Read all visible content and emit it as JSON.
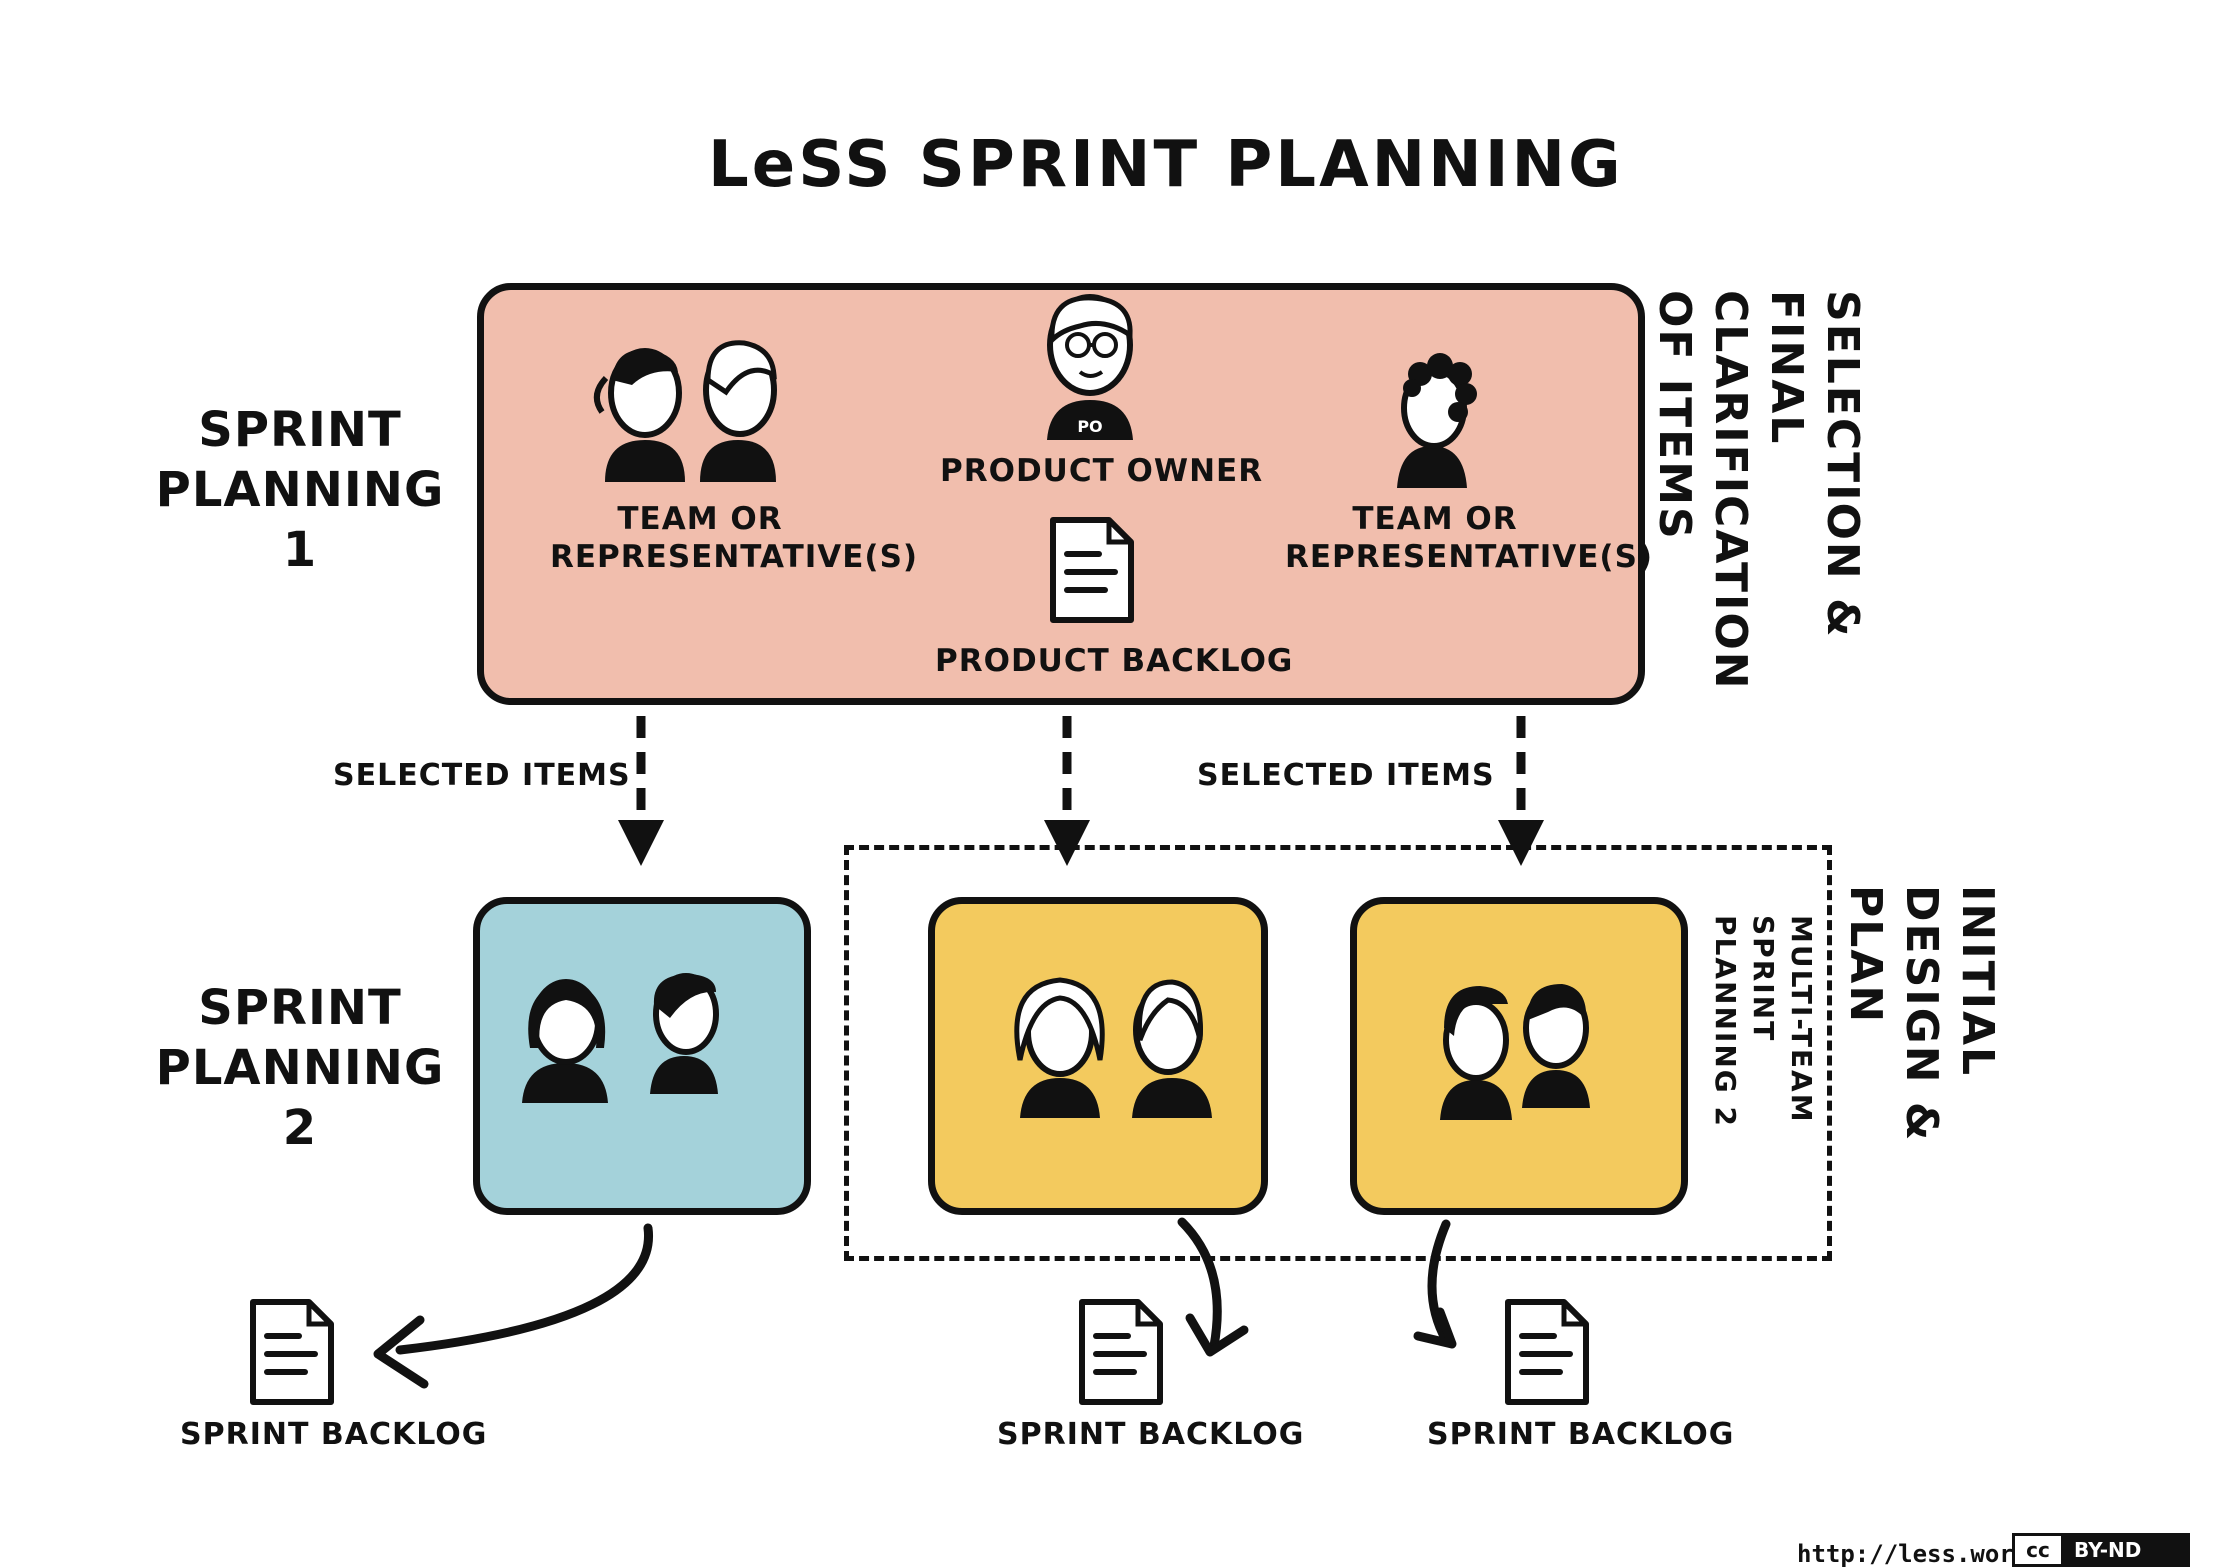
{
  "title": "LeSS SPRINT PLANNING",
  "sprint_planning_1": {
    "label": "SPRINT PLANNING 1",
    "team_left": "TEAM OR REPRESENTATIVE(S)",
    "product_owner": "PRODUCT OWNER",
    "po_badge": "PO",
    "product_backlog": "PRODUCT BACKLOG",
    "team_right": "TEAM OR REPRESENTATIVE(S)",
    "side_note": "SELECTION & FINAL CLARIFICATION OF ITEMS"
  },
  "flow": {
    "selected_items_left": "SELECTED ITEMS",
    "selected_items_right": "SELECTED ITEMS"
  },
  "sprint_planning_2": {
    "label": "SPRINT PLANNING 2",
    "multi_team": "MULTI-TEAM SPRINT PLANNING 2",
    "side_note": "INITIAL DESIGN & PLAN",
    "backlog_1": "SPRINT BACKLOG",
    "backlog_2": "SPRINT BACKLOG",
    "backlog_3": "SPRINT BACKLOG"
  },
  "colors": {
    "planning1_box": "#F1BEAD",
    "single_team_box": "#A4D2DA",
    "multi_team_box": "#F3CA5E",
    "ink": "#111111"
  },
  "footer": {
    "url": "http://less.works",
    "license_cc": "cc",
    "license_text": "BY-ND"
  }
}
